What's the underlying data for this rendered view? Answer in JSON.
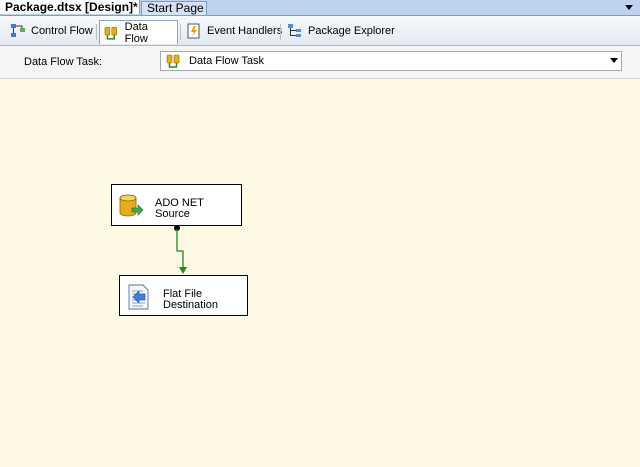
{
  "document_tabs": {
    "active": "Package.dtsx [Design]*",
    "inactive": "Start Page"
  },
  "designer_tabs": [
    {
      "label": "Control Flow",
      "icon": "control-flow-icon",
      "selected": false
    },
    {
      "label": "Data Flow",
      "icon": "data-flow-icon",
      "selected": true
    },
    {
      "label": "Event Handlers",
      "icon": "event-handlers-icon",
      "selected": false
    },
    {
      "label": "Package Explorer",
      "icon": "package-explorer-icon",
      "selected": false
    }
  ],
  "task_selector": {
    "label": "Data Flow Task:",
    "value": "Data Flow Task"
  },
  "components": {
    "source": {
      "label": "ADO NET\nSource",
      "icon": "database-source-icon"
    },
    "destination": {
      "label": "Flat File\nDestination",
      "icon": "flat-file-destination-icon"
    }
  },
  "colors": {
    "canvas": "#fdf9e4",
    "path": "#1e8a1e",
    "tab_strip": "#bfd3ef"
  }
}
